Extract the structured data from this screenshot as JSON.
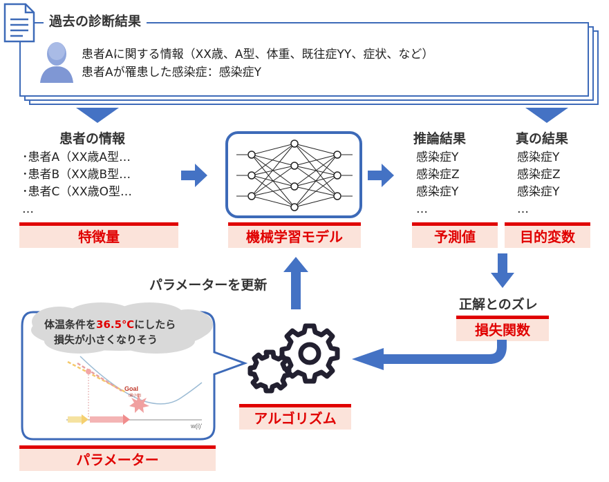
{
  "past": {
    "title": "過去の診断結果",
    "line1": "患者Aに関する情報（XX歳、A型、体重、既往症YY、症状、など）",
    "line2": "患者Aが罹患した感染症：感染症Y"
  },
  "patients": {
    "heading": "患者の情報",
    "items": [
      "･患者A（XX歳A型…",
      "･患者B（XX歳B型…",
      "･患者C（XX歳O型…",
      "…"
    ],
    "label": "特徴量"
  },
  "model": {
    "label": "機械学習モデル"
  },
  "inference": {
    "heading": "推論結果",
    "items": [
      "感染症Y",
      "感染症Z",
      "感染症Y",
      "…"
    ],
    "label": "予測値"
  },
  "truth": {
    "heading": "真の結果",
    "items": [
      "感染症Y",
      "感染症Z",
      "感染症Y",
      "…"
    ],
    "label": "目的変数"
  },
  "update_text": "パラメーターを更新",
  "loss": {
    "caption": "正解とのズレ",
    "label": "損失関数"
  },
  "algorithm": {
    "label": "アルゴリズム"
  },
  "parameter": {
    "bubble_pre": "体温条件を",
    "bubble_highlight": "36.5℃",
    "bubble_post": "にしたら",
    "bubble_line2": "損失が小さくなりそう",
    "goal": "Goal",
    "goal_sub": "(最小値)",
    "axis_label": "w(i)'",
    "label": "パラメーター"
  },
  "colors": {
    "accent_red": "#e00000",
    "blue": "#4472c4",
    "label_bg": "#fbe3da"
  }
}
